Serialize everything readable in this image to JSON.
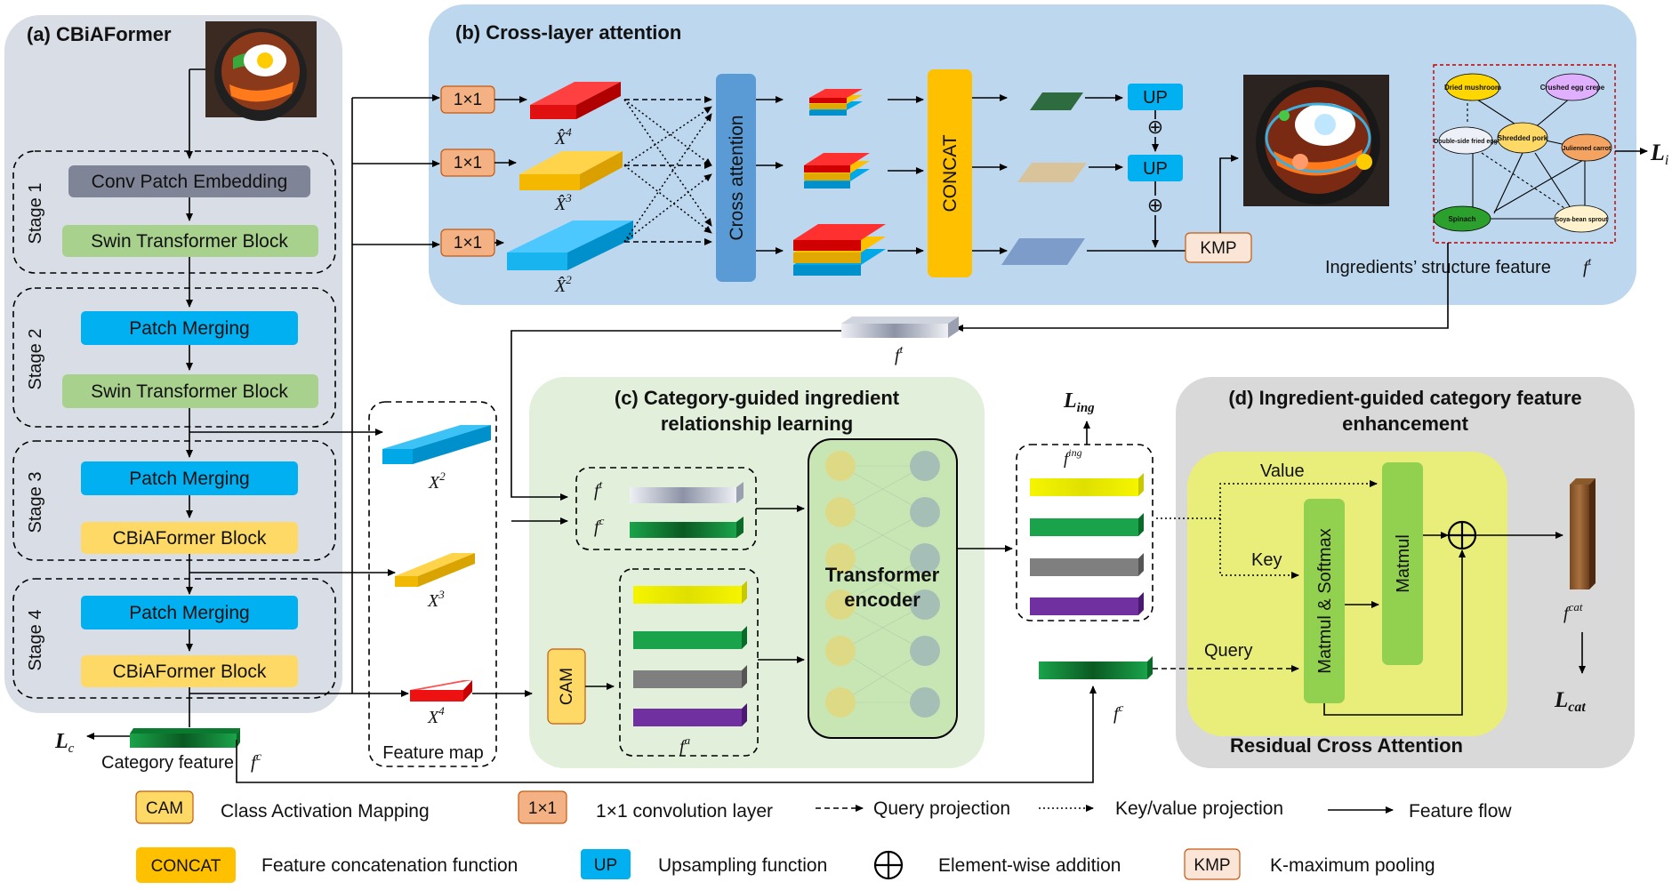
{
  "panels": {
    "a": {
      "title": "(a) CBiAFormer"
    },
    "b": {
      "title": "(b) Cross-layer attention"
    },
    "c": {
      "title_line1": "(c) Category-guided ingredient",
      "title_line2": "relationship learning"
    },
    "d": {
      "title_line1": "(d) Ingredient-guided category feature",
      "title_line2": "enhancement"
    }
  },
  "stages": [
    {
      "label": "Stage 1",
      "blocks": [
        "Conv Patch Embedding",
        "Swin Transformer Block"
      ]
    },
    {
      "label": "Stage 2",
      "blocks": [
        "Patch Merging",
        "Swin Transformer Block"
      ]
    },
    {
      "label": "Stage 3",
      "blocks": [
        "Patch Merging",
        "CBiAFormer Block"
      ]
    },
    {
      "label": "Stage 4",
      "blocks": [
        "Patch Merging",
        "CBiAFormer Block"
      ]
    }
  ],
  "labels": {
    "conv1x1": "1×1",
    "cross_attention": "Cross attention",
    "concat": "CONCAT",
    "up": "UP",
    "kmp": "KMP",
    "ingredients_structure": "Ingredients’ structure feature",
    "feature_map": "Feature map",
    "category_feature": "Category feature",
    "cam": "CAM",
    "transformer_encoder_line1": "Transformer",
    "transformer_encoder_line2": "encoder",
    "value": "Value",
    "key": "Key",
    "query": "Query",
    "matmul_softmax": "Matmul & Softmax",
    "matmul": "Matmul",
    "residual_cross_attention": "Residual Cross Attention",
    "plus": "⊕"
  },
  "math": {
    "xhat4": "X̂⁴",
    "xhat3": "X̂³",
    "xhat2": "X̂²",
    "x2": "X²",
    "x3": "X³",
    "x4": "X⁴",
    "ft": "fᵗ",
    "fc": "fᶜ",
    "fa": "fᵃ",
    "fing": "fⁱⁿᵍ",
    "fcat": "fᶜᵃᵗ",
    "loss_i": "Lᵢ",
    "loss_c": "L꜀",
    "loss_ing": "L_ing",
    "loss_cat": "L_cat"
  },
  "graph": {
    "nodes": [
      "Dried mushroom",
      "Crushed egg crepe",
      "Double-side fried egg",
      "Shredded pork",
      "Julienned carrot",
      "Spinach",
      "Soya-bean sprout"
    ]
  },
  "legend": [
    {
      "symbol": "CAM",
      "text": "Class Activation Mapping"
    },
    {
      "symbol": "1×1",
      "text": "1×1 convolution layer"
    },
    {
      "symbol": "dashed-arrow",
      "text": "Query projection"
    },
    {
      "symbol": "dotted-arrow",
      "text": "Key/value projection"
    },
    {
      "symbol": "solid-arrow",
      "text": "Feature flow"
    },
    {
      "symbol": "CONCAT",
      "text": "Feature concatenation function"
    },
    {
      "symbol": "UP",
      "text": "Upsampling function"
    },
    {
      "symbol": "⊕",
      "text": "Element-wise addition"
    },
    {
      "symbol": "KMP",
      "text": "K-maximum pooling"
    }
  ],
  "colors": {
    "panel_a": "#d9dde6",
    "panel_b": "#bdd7ee",
    "panel_c": "#e2efda",
    "panel_d": "#d9d9d9",
    "blue_box": "#00b0f0",
    "green_box": "#a9d18e",
    "yellow_box": "#ffd966",
    "orange_box": "#f4b183",
    "concat": "#ffc000",
    "cross_attention": "#5b9bd5"
  }
}
